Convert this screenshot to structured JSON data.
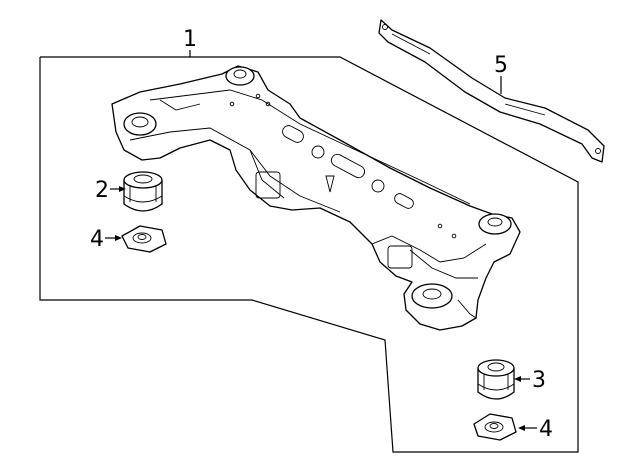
{
  "callouts": {
    "c1": "1",
    "c2": "2",
    "c3": "3",
    "c4a": "4",
    "c4b": "4",
    "c5": "5"
  },
  "parts": {
    "subframe": "subframe-assembly",
    "bushing_left": "bushing",
    "bushing_right": "bushing",
    "plate_left": "mount-plate",
    "plate_right": "mount-plate",
    "brace": "brace-bar"
  }
}
